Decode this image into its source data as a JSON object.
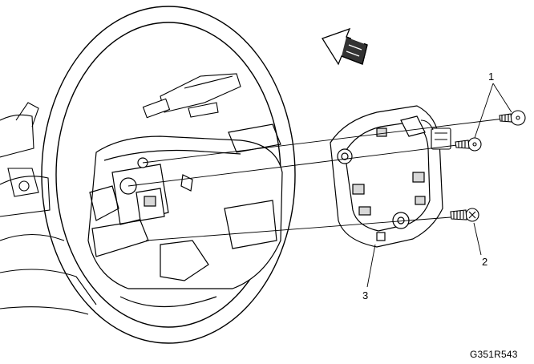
{
  "figure": {
    "id": "G351R543",
    "callouts": [
      "1",
      "2",
      "3"
    ]
  },
  "colors": {
    "stroke": "#000000",
    "fill": "#ffffff",
    "shade": "#d8d8d8",
    "dark": "#333333"
  },
  "icons": [
    "direction-arrow-icon",
    "bolt-icon",
    "screw-icon"
  ]
}
